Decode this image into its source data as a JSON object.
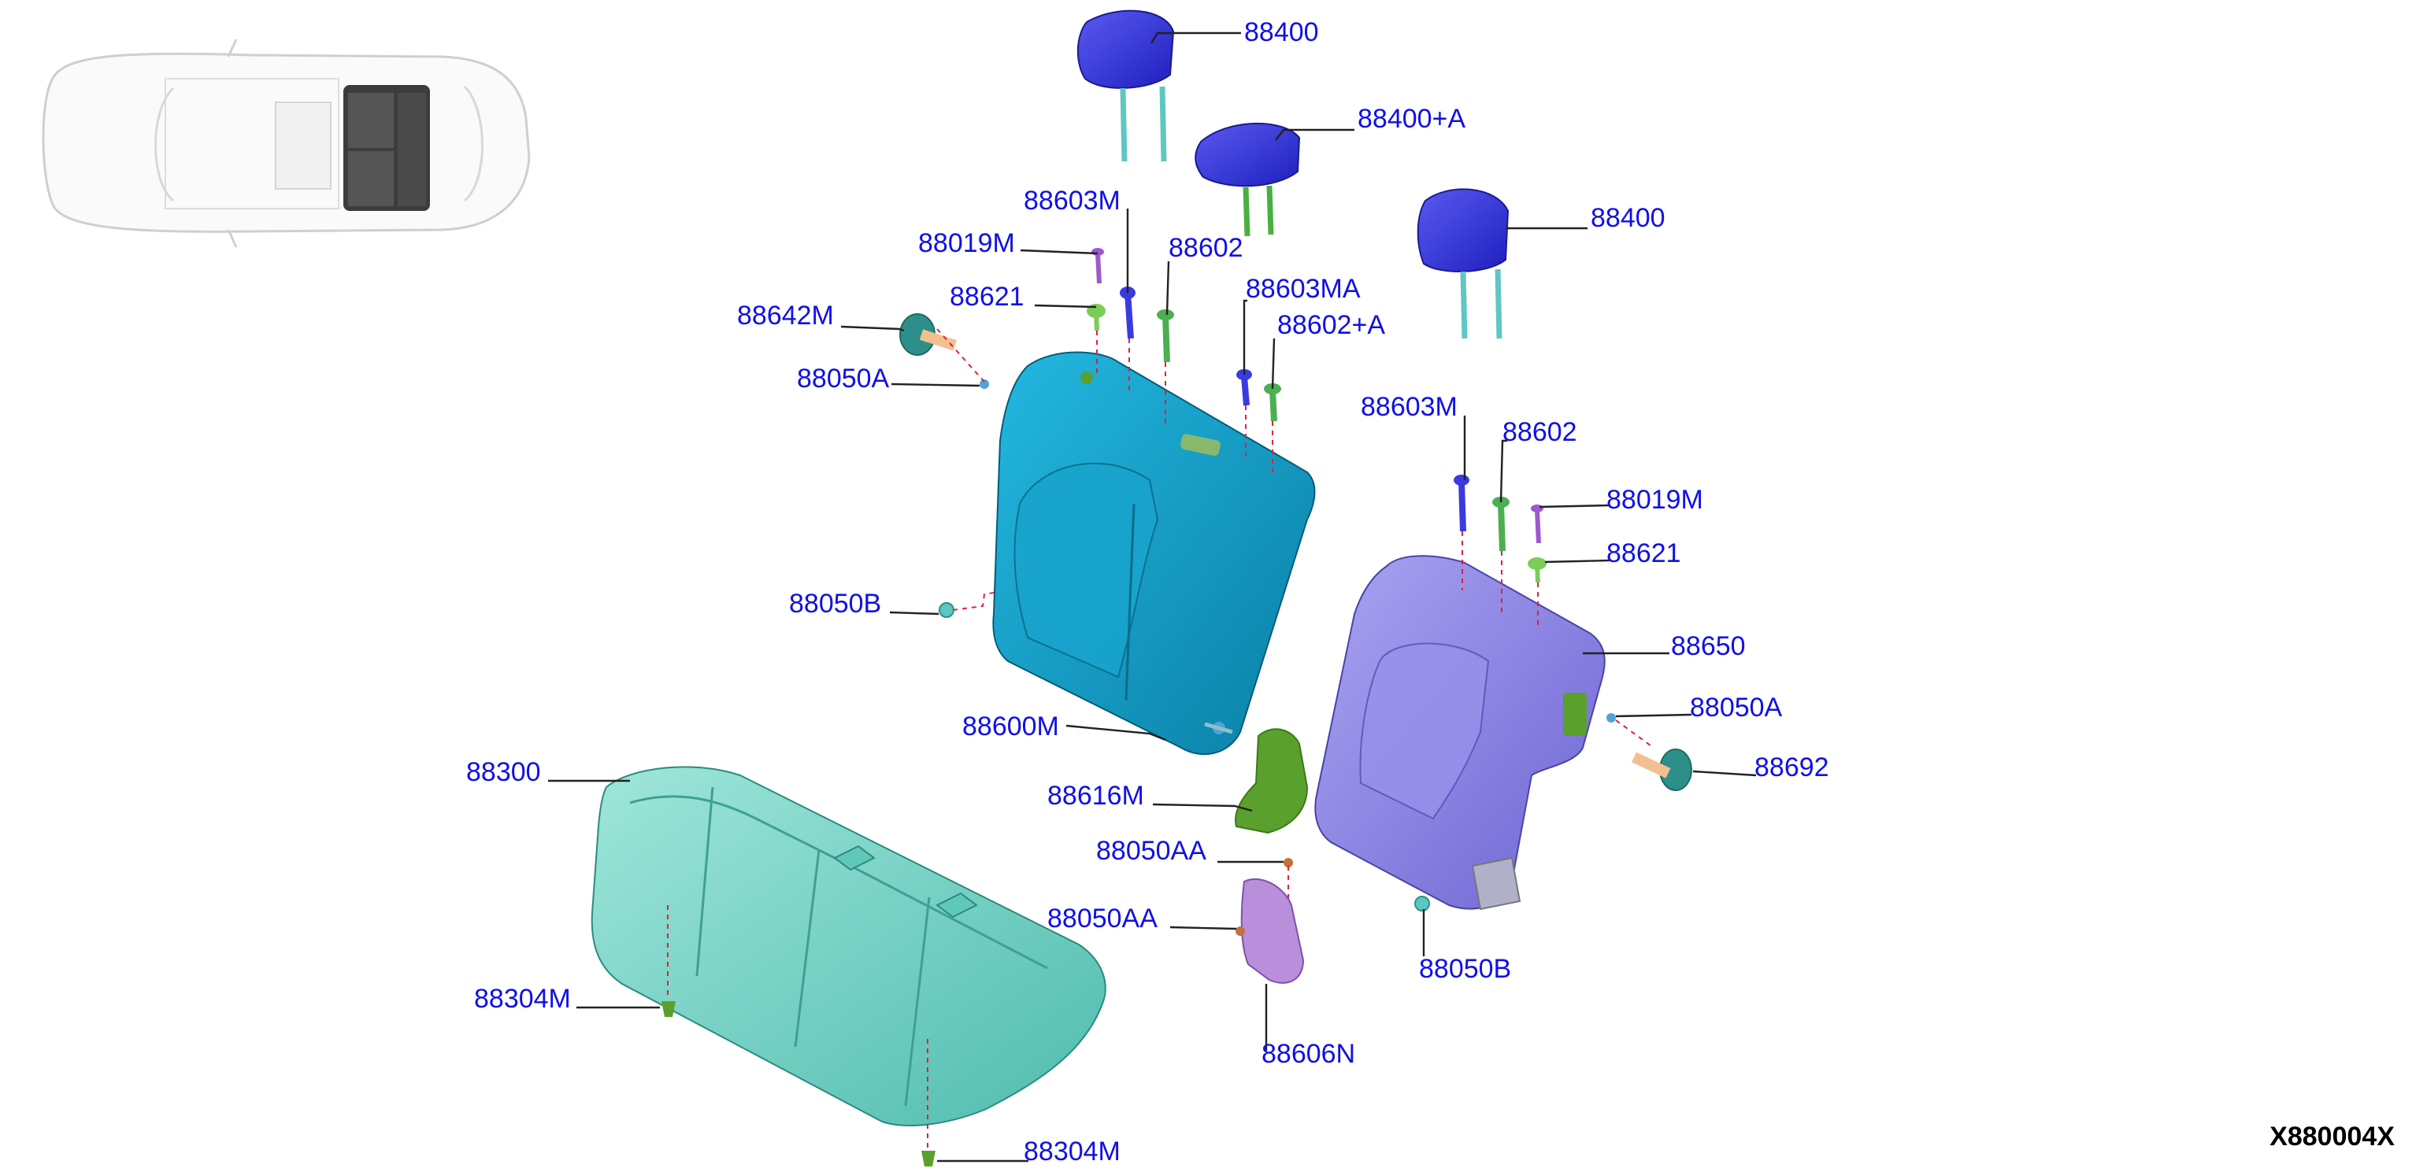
{
  "diagram_code": "X880004X",
  "labels": {
    "headrest_center": "88400",
    "headrest_left": "88400+A",
    "headrest_right": "88400",
    "guide_upper_left": "88603M",
    "plug_left": "88019M",
    "guide_lock_left": "88602",
    "clip_left": "88621",
    "guide_a_left": "88603MA",
    "guide_lock_a_left": "88602+A",
    "hinge_cover_left": "88642M",
    "bolt_a_left": "88050A",
    "bolt_b_left": "88050B",
    "seatback_left": "88600M",
    "cushion": "88300",
    "bracket_upper": "88616M",
    "bolt_aa_upper": "88050AA",
    "bolt_aa_lower": "88050AA",
    "clip_cushion_left": "88304M",
    "clip_cushion_bottom": "88304M",
    "bracket_lower": "88606N",
    "guide_upper_right": "88603M",
    "guide_lock_right": "88602",
    "plug_right": "88019M",
    "clip_right": "88621",
    "seatback_right": "88650",
    "bolt_a_right": "88050A",
    "hinge_cover_right": "88692",
    "bolt_b_right": "88050B"
  },
  "colors": {
    "label_text": "#1010e6",
    "headrest": "#3a3ae0",
    "seatback_left": "#0ea3c9",
    "seatback_right": "#8d86e6",
    "cushion": "#78d6c8",
    "bracket_green": "#5aa02c",
    "bracket_purple": "#b98fdc",
    "dash_line": "#e0203a"
  },
  "icons": {
    "vehicle": "car-top-view-icon"
  }
}
